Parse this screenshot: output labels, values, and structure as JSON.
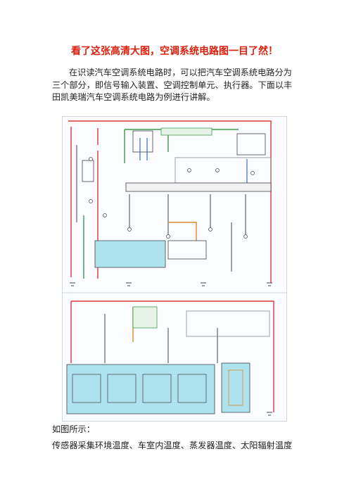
{
  "article": {
    "title": "看了这张高清大图，空调系统电路图一目了然！",
    "intro": "在识读汽车空调系统电路时，可以把汽车空调系统电路分为三个部分，即信号输入装置、空调控制单元、执行器。下面以丰田凯美瑞汽车空调系统电路为例进行讲解。",
    "caption": "如图所示：",
    "body_line": "传感器采集环境温度、车室内温度、蒸发器温度、太阳辐射温度"
  },
  "figure": {
    "colors": {
      "red": "#d83a3a",
      "green": "#3f9a4a",
      "blue": "#5d7fd0",
      "black": "#444444",
      "panel": "#aee2ee",
      "frame": "#b9b9b9"
    }
  }
}
